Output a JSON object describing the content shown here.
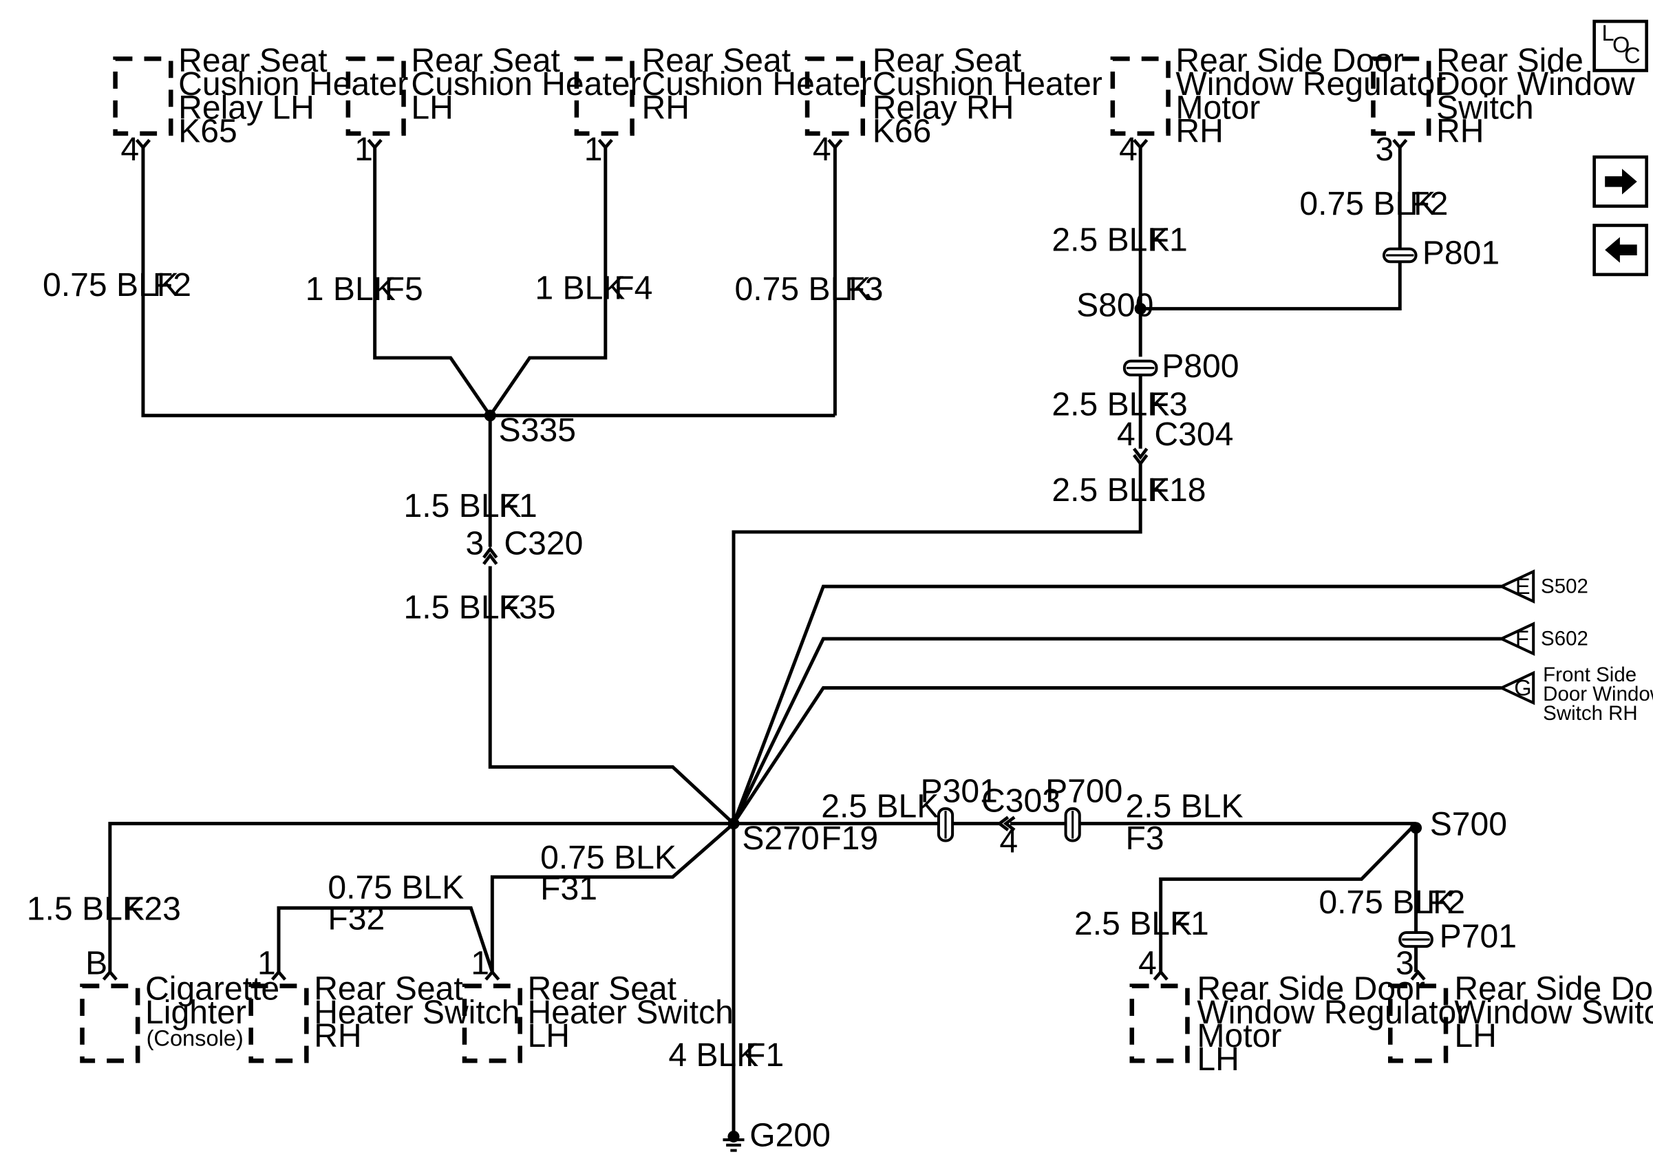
{
  "components": {
    "relay_lh": [
      "Rear Seat",
      "Cushion Heater",
      "Relay LH",
      "K65"
    ],
    "heater_lh": [
      "Rear Seat",
      "Cushion Heater",
      "LH"
    ],
    "heater_rh": [
      "Rear Seat",
      "Cushion Heater",
      "RH"
    ],
    "relay_rh": [
      "Rear Seat",
      "Cushion Heater",
      "Relay RH",
      "K66"
    ],
    "reg_motor_rh": [
      "Rear Side Door",
      "Window Regulator",
      "Motor",
      "RH"
    ],
    "win_switch_rh": [
      "Rear Side",
      "Door Window",
      "Switch",
      "RH"
    ],
    "cig_lighter": [
      "Cigarette",
      "Lighter",
      "(Console)"
    ],
    "seat_sw_rh": [
      "Rear Seat",
      "Heater Switch",
      "RH"
    ],
    "seat_sw_lh": [
      "Rear Seat",
      "Heater Switch",
      "LH"
    ],
    "reg_motor_lh": [
      "Rear Side Door",
      "Window Regulator",
      "Motor",
      "LH"
    ],
    "win_switch_lh": [
      "Rear Side Door",
      "Window Switch",
      "LH"
    ]
  },
  "pins": {
    "relay_lh": "4",
    "heater_lh": "1",
    "heater_rh": "1",
    "relay_rh": "4",
    "reg_motor_rh": "4",
    "win_switch_rh": "3",
    "cig_lighter": "B",
    "seat_sw_rh": "1",
    "seat_sw_lh": "1",
    "reg_motor_lh": "4",
    "win_switch_lh": "3"
  },
  "wires": {
    "relay_lh": {
      "size": "0.75 BLK",
      "id": "F2"
    },
    "heater_lh": {
      "size": "1 BLK",
      "id": "F5"
    },
    "heater_rh": {
      "size": "1 BLK",
      "id": "F4"
    },
    "relay_rh": {
      "size": "0.75 BLK",
      "id": "F3"
    },
    "s335_c320": {
      "size": "1.5 BLK",
      "id": "F1"
    },
    "c320_s270": {
      "size": "1.5 BLK",
      "id": "F35"
    },
    "motor_rh": {
      "size": "2.5 BLK",
      "id": "F1"
    },
    "switch_rh": {
      "size": "0.75 BLK",
      "id": "F2"
    },
    "s800_c304": {
      "size": "2.5 BLK",
      "id": "F3"
    },
    "c304_s270": {
      "size": "2.5 BLK",
      "id": "F18"
    },
    "s270_c303": {
      "size": "2.5 BLK",
      "id": "F19"
    },
    "c303_s700": {
      "size": "2.5 BLK",
      "id": "F3"
    },
    "motor_lh": {
      "size": "2.5 BLK",
      "id": "F1"
    },
    "switch_lh": {
      "size": "0.75 BLK",
      "id": "F2"
    },
    "cig": {
      "size": "1.5 BLK",
      "id": "F23"
    },
    "seat_sw_rh": {
      "size": "0.75 BLK",
      "id": "F32"
    },
    "seat_sw_lh": {
      "size": "0.75 BLK",
      "id": "F31"
    },
    "ground": {
      "size": "4 BLK",
      "id": "F1"
    }
  },
  "splices": {
    "s335": "S335",
    "s800": "S800",
    "s270": "S270",
    "s700": "S700"
  },
  "connectors": {
    "c320": {
      "name": "C320",
      "pin": "3"
    },
    "c304": {
      "name": "C304",
      "pin": "4"
    },
    "c303": {
      "name": "C303",
      "pin": "4"
    }
  },
  "pass_thru": {
    "p801": "P801",
    "p800": "P800",
    "p301": "P301",
    "p700": "P700",
    "p701": "P701"
  },
  "offpage": {
    "e": {
      "letter": "E",
      "label": [
        "S502"
      ]
    },
    "f": {
      "letter": "F",
      "label": [
        "S602"
      ]
    },
    "g": {
      "letter": "G",
      "label": [
        "Front Side",
        "Door Window",
        "Switch RH"
      ]
    }
  },
  "ground": "G200",
  "nav": {
    "loc_top": "L",
    "loc_mid": "O",
    "loc_bot": "C"
  },
  "icons": {
    "loc": "loc-icon",
    "next": "arrow-right-icon",
    "prev": "arrow-left-icon",
    "ground": "ground-icon"
  }
}
